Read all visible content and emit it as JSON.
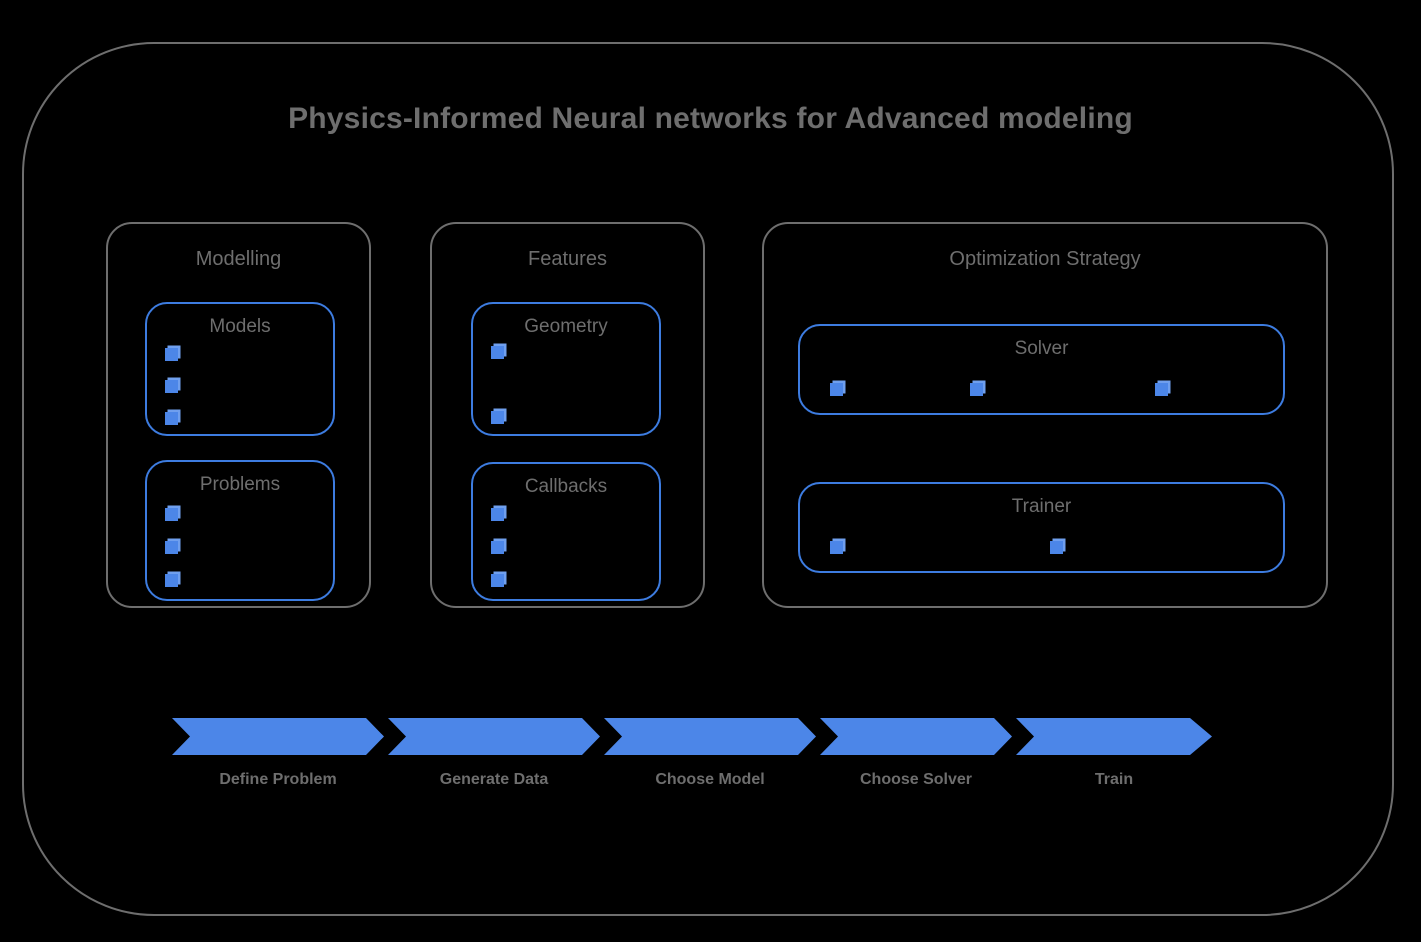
{
  "diagram": {
    "title": "Physics-Informed Neural networks for Advanced modeling",
    "theme": {
      "background": "#000000",
      "frame_border": "#6e6e6e",
      "text_gray": "#6e6e6e",
      "accent_blue": "#4c86e8",
      "box_border_blue": "#3d7ce0"
    },
    "groups": [
      {
        "id": "modelling",
        "label": "Modelling",
        "boxes": [
          {
            "id": "models",
            "label": "Models",
            "marker_count": 3,
            "marker_layout": "vertical"
          },
          {
            "id": "problems",
            "label": "Problems",
            "marker_count": 3,
            "marker_layout": "vertical"
          }
        ]
      },
      {
        "id": "features",
        "label": "Features",
        "boxes": [
          {
            "id": "geometry",
            "label": "Geometry",
            "marker_count": 2,
            "marker_layout": "vertical"
          },
          {
            "id": "callbacks",
            "label": "Callbacks",
            "marker_count": 3,
            "marker_layout": "vertical"
          }
        ]
      },
      {
        "id": "optimization-strategy",
        "label": "Optimization Strategy",
        "boxes": [
          {
            "id": "solver",
            "label": "Solver",
            "marker_count": 3,
            "marker_layout": "horizontal"
          },
          {
            "id": "trainer",
            "label": "Trainer",
            "marker_count": 2,
            "marker_layout": "horizontal"
          }
        ]
      }
    ],
    "pipeline": {
      "steps": [
        {
          "index": 1,
          "label": "Define Problem"
        },
        {
          "index": 2,
          "label": "Generate Data"
        },
        {
          "index": 3,
          "label": "Choose Model"
        },
        {
          "index": 4,
          "label": "Choose Solver"
        },
        {
          "index": 5,
          "label": "Train"
        }
      ]
    }
  }
}
